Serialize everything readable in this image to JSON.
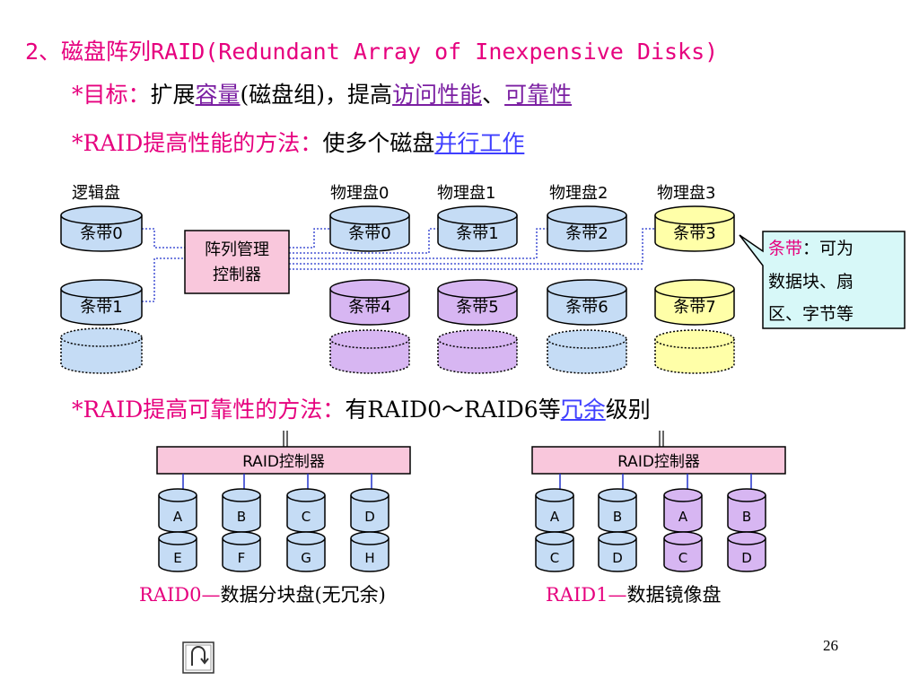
{
  "heading": "2、磁盘阵列RAID(Redundant Array of Inexpensive Disks)",
  "goal": {
    "prefix": "*目标：",
    "text1": "扩展",
    "capacity": "容量",
    "text2": "(磁盘组)，提高",
    "access": "访问性能",
    "sep": "、",
    "reliability": "可靠性"
  },
  "perf": {
    "prefix": "*RAID提高性能的方法：",
    "text": "使多个磁盘",
    "link": "并行工作"
  },
  "diagram1": {
    "logical_label": "逻辑盘",
    "physical_labels": [
      "物理盘0",
      "物理盘1",
      "物理盘2",
      "物理盘3"
    ],
    "logical_disks": [
      "条带0",
      "条带1"
    ],
    "row1": [
      "条带0",
      "条带1",
      "条带2",
      "条带3"
    ],
    "row2": [
      "条带4",
      "条带5",
      "条带6",
      "条带7"
    ],
    "controller": [
      "阵列管理",
      "控制器"
    ],
    "callout": {
      "title": "条带",
      "line1_rest": "：可为",
      "line2": "数据块、扇",
      "line3": "区、字节等"
    }
  },
  "reliability": {
    "prefix": "*RAID提高可靠性的方法：",
    "text1": "有RAID0～RAID6等",
    "link": "冗余",
    "text2": "级别"
  },
  "raid0": {
    "controller": "RAID控制器",
    "row1": [
      "A",
      "B",
      "C",
      "D"
    ],
    "row2": [
      "E",
      "F",
      "G",
      "H"
    ],
    "caption_red": "RAID0—",
    "caption_black": "数据分块盘(无冗余)"
  },
  "raid1": {
    "controller": "RAID控制器",
    "row1": [
      "A",
      "B",
      "A",
      "B"
    ],
    "row2": [
      "C",
      "D",
      "C",
      "D"
    ],
    "caption_red": "RAID1—",
    "caption_black": "数据镜像盘"
  },
  "page_number": "26",
  "colors": {
    "accent": "#e6007e",
    "disk_blue": "#c5dcf5",
    "disk_purple": "#d7b6f2",
    "disk_yellow": "#ffffa8",
    "controller_pink": "#f9c7dc",
    "callout_bg": "#d7f8f8"
  },
  "icons": [
    "return-icon"
  ]
}
